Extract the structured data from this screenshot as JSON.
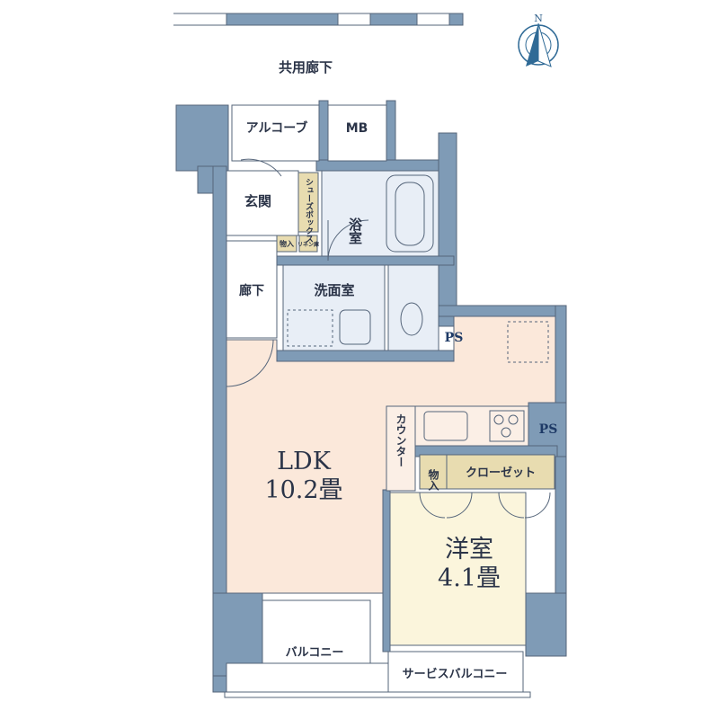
{
  "colors": {
    "wall": "#7f9bb6",
    "ldk": "#fbe8da",
    "western_room": "#fbf5dc",
    "storage": "#e8dcb0",
    "wet_area": "#e8eef6",
    "line": "#55657a"
  },
  "compass": {
    "label": "N",
    "icon": "north-arrow-icon"
  },
  "labels": {
    "common_corridor": "共用廊下",
    "alcove": "アルコーブ",
    "mb": "MB",
    "entrance": "玄関",
    "shoe_box": "シューズボックス",
    "storage_small": "物入",
    "linen": "リネン庫",
    "bathroom": "浴室",
    "hallway": "廊下",
    "washroom": "洗面室",
    "ps_1": "PS",
    "ps_2": "PS",
    "counter": "カウンター",
    "storage": "物入",
    "closet": "クローゼット",
    "ldk_name": "LDK",
    "ldk_size": "10.2畳",
    "western_name": "洋室",
    "western_size": "4.1畳",
    "balcony": "バルコニー",
    "service_balcony": "サービスバルコニー"
  }
}
